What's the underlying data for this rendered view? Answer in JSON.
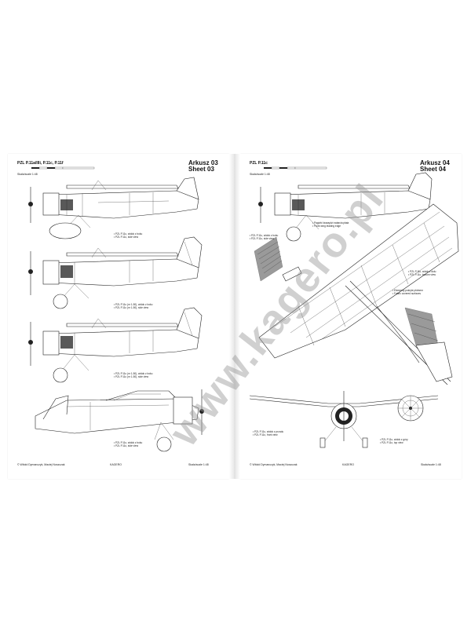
{
  "left_page": {
    "title": "PZL P.11a/IIIi, P.11c, P.11f",
    "sheet_pl": "Arkusz 03",
    "sheet_en": "Sheet 03",
    "scale": "Skala/scale 1:48",
    "captions": [
      [
        "• PZL P.11c, widok z boku",
        "• PZL P.11c, side view"
      ],
      [
        "• PZL P.11c (nr 1-50), widok z boku",
        "• PZL P.11c (nr 1-50), side view"
      ],
      [
        "• PZL P.11c (nr 1-50), widok z boku",
        "• PZL P.11c (nr 1-50), side view"
      ],
      [
        "• PZL P.11c, widok z boku",
        "• PZL P.11c, side view"
      ]
    ],
    "footer_left": "© Witold Dymanczyk, Maciej Noszczak",
    "footer_logo": "KAGERO",
    "footer_right": "Skala/scale 1:48"
  },
  "right_page": {
    "title": "PZL P.11c",
    "sheet_pl": "Arkusz 04",
    "sheet_en": "Sheet 04",
    "scale": "Skala/scale 1:48",
    "captions": [
      [
        "• Pagórki krawędzi natarcia płata",
        "• Front wing leading edge"
      ],
      [
        "• PZL P.11c, widok z boku",
        "• PZL P.11c, side view"
      ],
      [
        "• PZL P.11c, widok z dołu",
        "• PZL P.11c, bottom view"
      ],
      [
        "• Elementy pokryte płótnem",
        "• Fabric covered surfaces"
      ],
      [
        "• PZL P.11c, widok z przodu",
        "• PZL P.11c, front view"
      ],
      [
        "• PZL P.11c, widok z góry",
        "• PZL P.11c, top view"
      ]
    ],
    "footer_left": "© Witold Dymanczyk, Maciej Noszczak",
    "footer_logo": "KAGERO",
    "footer_right": "Skala/scale 1:48"
  },
  "watermark": "www.kagero.pl",
  "colors": {
    "line": "#222222",
    "fabric": "#9a9a9a",
    "watermark": "#969696"
  }
}
